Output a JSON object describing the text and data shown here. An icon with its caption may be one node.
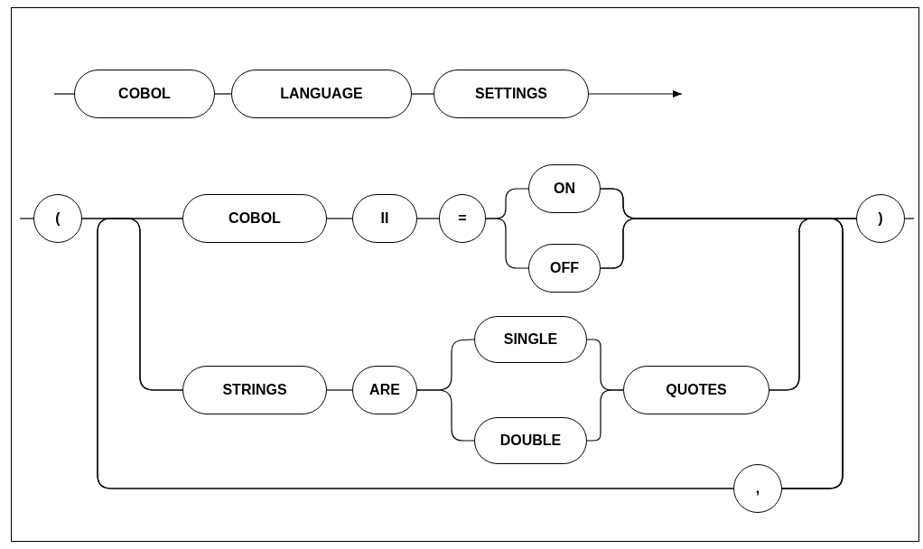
{
  "diagram": {
    "nodes": [
      {
        "text": [
          "COBOL"
        ]
      },
      {
        "text": [
          "LANGUAGE"
        ]
      },
      {
        "text": [
          "SETTINGS"
        ]
      },
      {
        "text": [
          "("
        ]
      },
      {
        "text": [
          "COBOL"
        ]
      },
      {
        "text": [
          "II"
        ]
      },
      {
        "text": [
          "="
        ]
      },
      {
        "text": [
          "ON"
        ]
      },
      {
        "text": [
          "OFF"
        ]
      },
      {
        "text": [
          "STRINGS"
        ]
      },
      {
        "text": [
          "ARE"
        ]
      },
      {
        "text": [
          "SINGLE"
        ]
      },
      {
        "text": [
          "DOUBLE"
        ]
      },
      {
        "text": [
          "QUOTES"
        ]
      },
      {
        "text": [
          ")"
        ]
      },
      {
        "text": [
          ","
        ]
      }
    ],
    "edges": [
      {
        "from": null,
        "to": 0,
        "arrow": "none"
      },
      {
        "from": 0,
        "to": 1,
        "arrow": "none"
      },
      {
        "from": 1,
        "to": 2,
        "arrow": "none"
      },
      {
        "from": 2,
        "to": null,
        "arrow": "to"
      },
      {
        "from": null,
        "to": 3,
        "arrow": "none"
      },
      {
        "from": 3,
        "to": 4,
        "arrow": "none"
      },
      {
        "from": 3,
        "to": 9,
        "arrow": "none"
      },
      {
        "from": 4,
        "to": 5,
        "arrow": "none"
      },
      {
        "from": 5,
        "to": 6,
        "arrow": "none"
      },
      {
        "from": 6,
        "to": 7,
        "arrow": "none"
      },
      {
        "from": 6,
        "to": 8,
        "arrow": "none"
      },
      {
        "from": 7,
        "to": 14,
        "arrow": "none"
      },
      {
        "from": 8,
        "to": 14,
        "arrow": "none"
      },
      {
        "from": 9,
        "to": 10,
        "arrow": "none"
      },
      {
        "from": 10,
        "to": 11,
        "arrow": "none"
      },
      {
        "from": 10,
        "to": 12,
        "arrow": "none"
      },
      {
        "from": 11,
        "to": 13,
        "arrow": "none"
      },
      {
        "from": 12,
        "to": 13,
        "arrow": "none"
      },
      {
        "from": 13,
        "to": 14,
        "arrow": "none"
      },
      {
        "from": 14,
        "to": null,
        "arrow": "none"
      },
      {
        "from": 7,
        "to": 15,
        "arrow": "none"
      },
      {
        "from": 8,
        "to": 15,
        "arrow": "none"
      },
      {
        "from": 13,
        "to": 15,
        "arrow": "none"
      },
      {
        "from": 15,
        "to": 4,
        "arrow": "none"
      },
      {
        "from": 15,
        "to": 9,
        "arrow": "none"
      }
    ]
  }
}
